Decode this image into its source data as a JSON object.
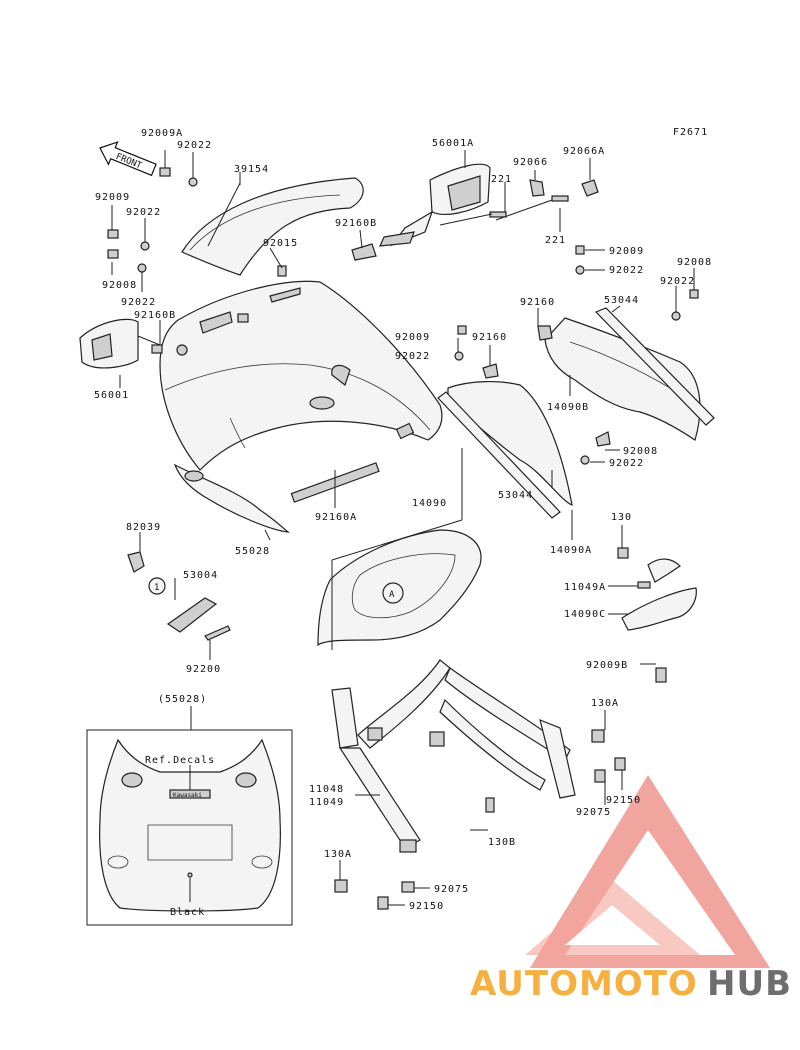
{
  "figure_code": "F2671",
  "front_arrow": "FRONT",
  "inset_title": "(55028)",
  "inset_labels": {
    "decals": "Ref.Decals",
    "brand": "Kawasaki",
    "color": "Black"
  },
  "callout_letter": "A",
  "callout_number": "1",
  "parts": {
    "p92009A_top": "92009A",
    "p92022_top": "92022",
    "p39154": "39154",
    "p92009_left": "92009",
    "p92022_left": "92022",
    "p92008_left": "92008",
    "p92022_left2": "92022",
    "p92160B": "92160B",
    "p56001": "56001",
    "p92015": "92015",
    "p92160B_mid": "92160B",
    "p56001A": "56001A",
    "p221_a": "221",
    "p92066": "92066",
    "p92066A": "92066A",
    "p221_b": "221",
    "p92009_r": "92009",
    "p92022_r": "92022",
    "p92008_r": "92008",
    "p92022_r2": "92022",
    "p92160_r": "92160",
    "p53044_r": "53044",
    "p92009_c": "92009",
    "p92160_c": "92160",
    "p92022_c": "92022",
    "p14090B": "14090B",
    "p92008_c": "92008",
    "p92022_c2": "92022",
    "p53044_c": "53044",
    "p14090A": "14090A",
    "p92160A": "92160A",
    "p55028": "55028",
    "p14090": "14090",
    "p82039": "82039",
    "p53004": "53004",
    "p92200": "92200",
    "p130": "130",
    "p11049A": "11049A",
    "p14090C": "14090C",
    "p92009B": "92009B",
    "p130A_r": "130A",
    "p11048": "11048",
    "p11049": "11049",
    "p92150_r": "92150",
    "p92075_r": "92075",
    "p130B": "130B",
    "p130A_b": "130A",
    "p92075_b": "92075",
    "p92150_b": "92150"
  },
  "watermark": {
    "part1": "AUTOMOTO",
    "part2": "HUB",
    "color_logo": "#e8716a",
    "color_text1": "#f5b041",
    "color_text2": "#6e6e6e"
  }
}
